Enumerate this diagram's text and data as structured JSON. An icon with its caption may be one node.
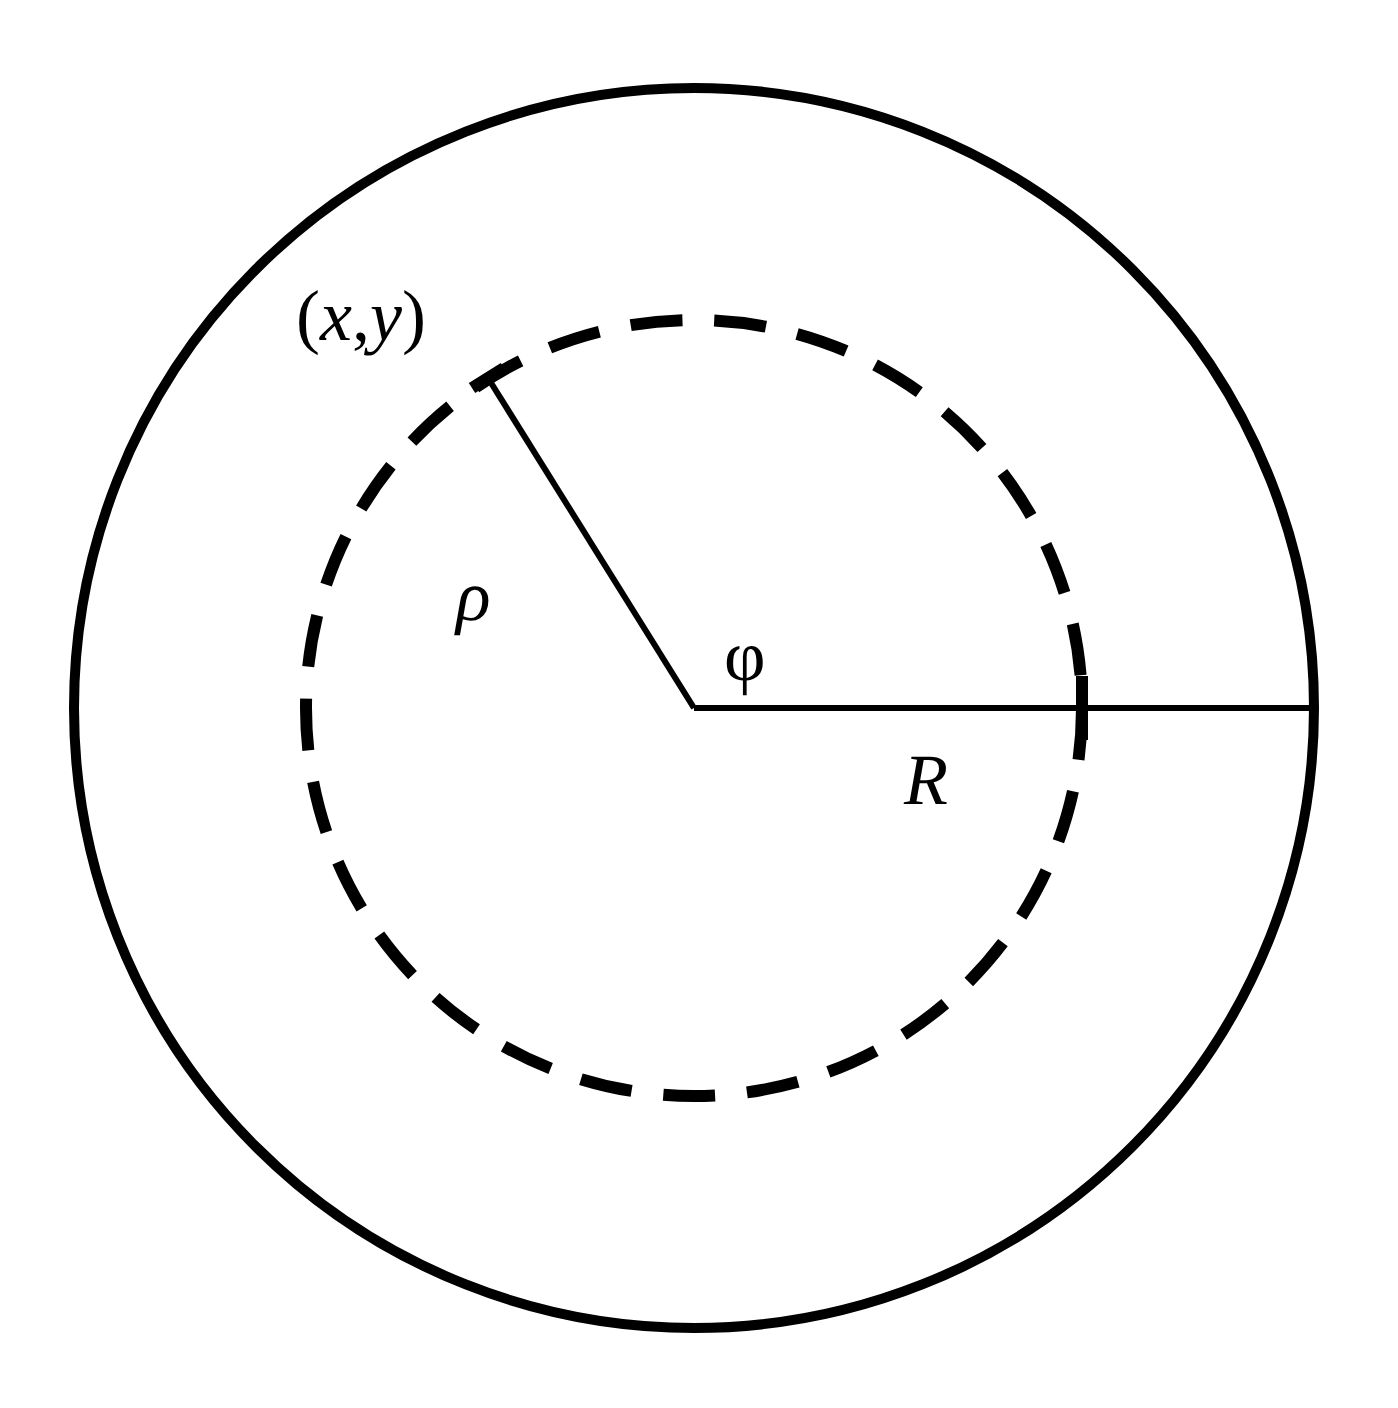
{
  "diagram": {
    "labels": [
      "(*x*,*y*)",
      "ρ",
      "φ",
      "R"
    ]
  }
}
